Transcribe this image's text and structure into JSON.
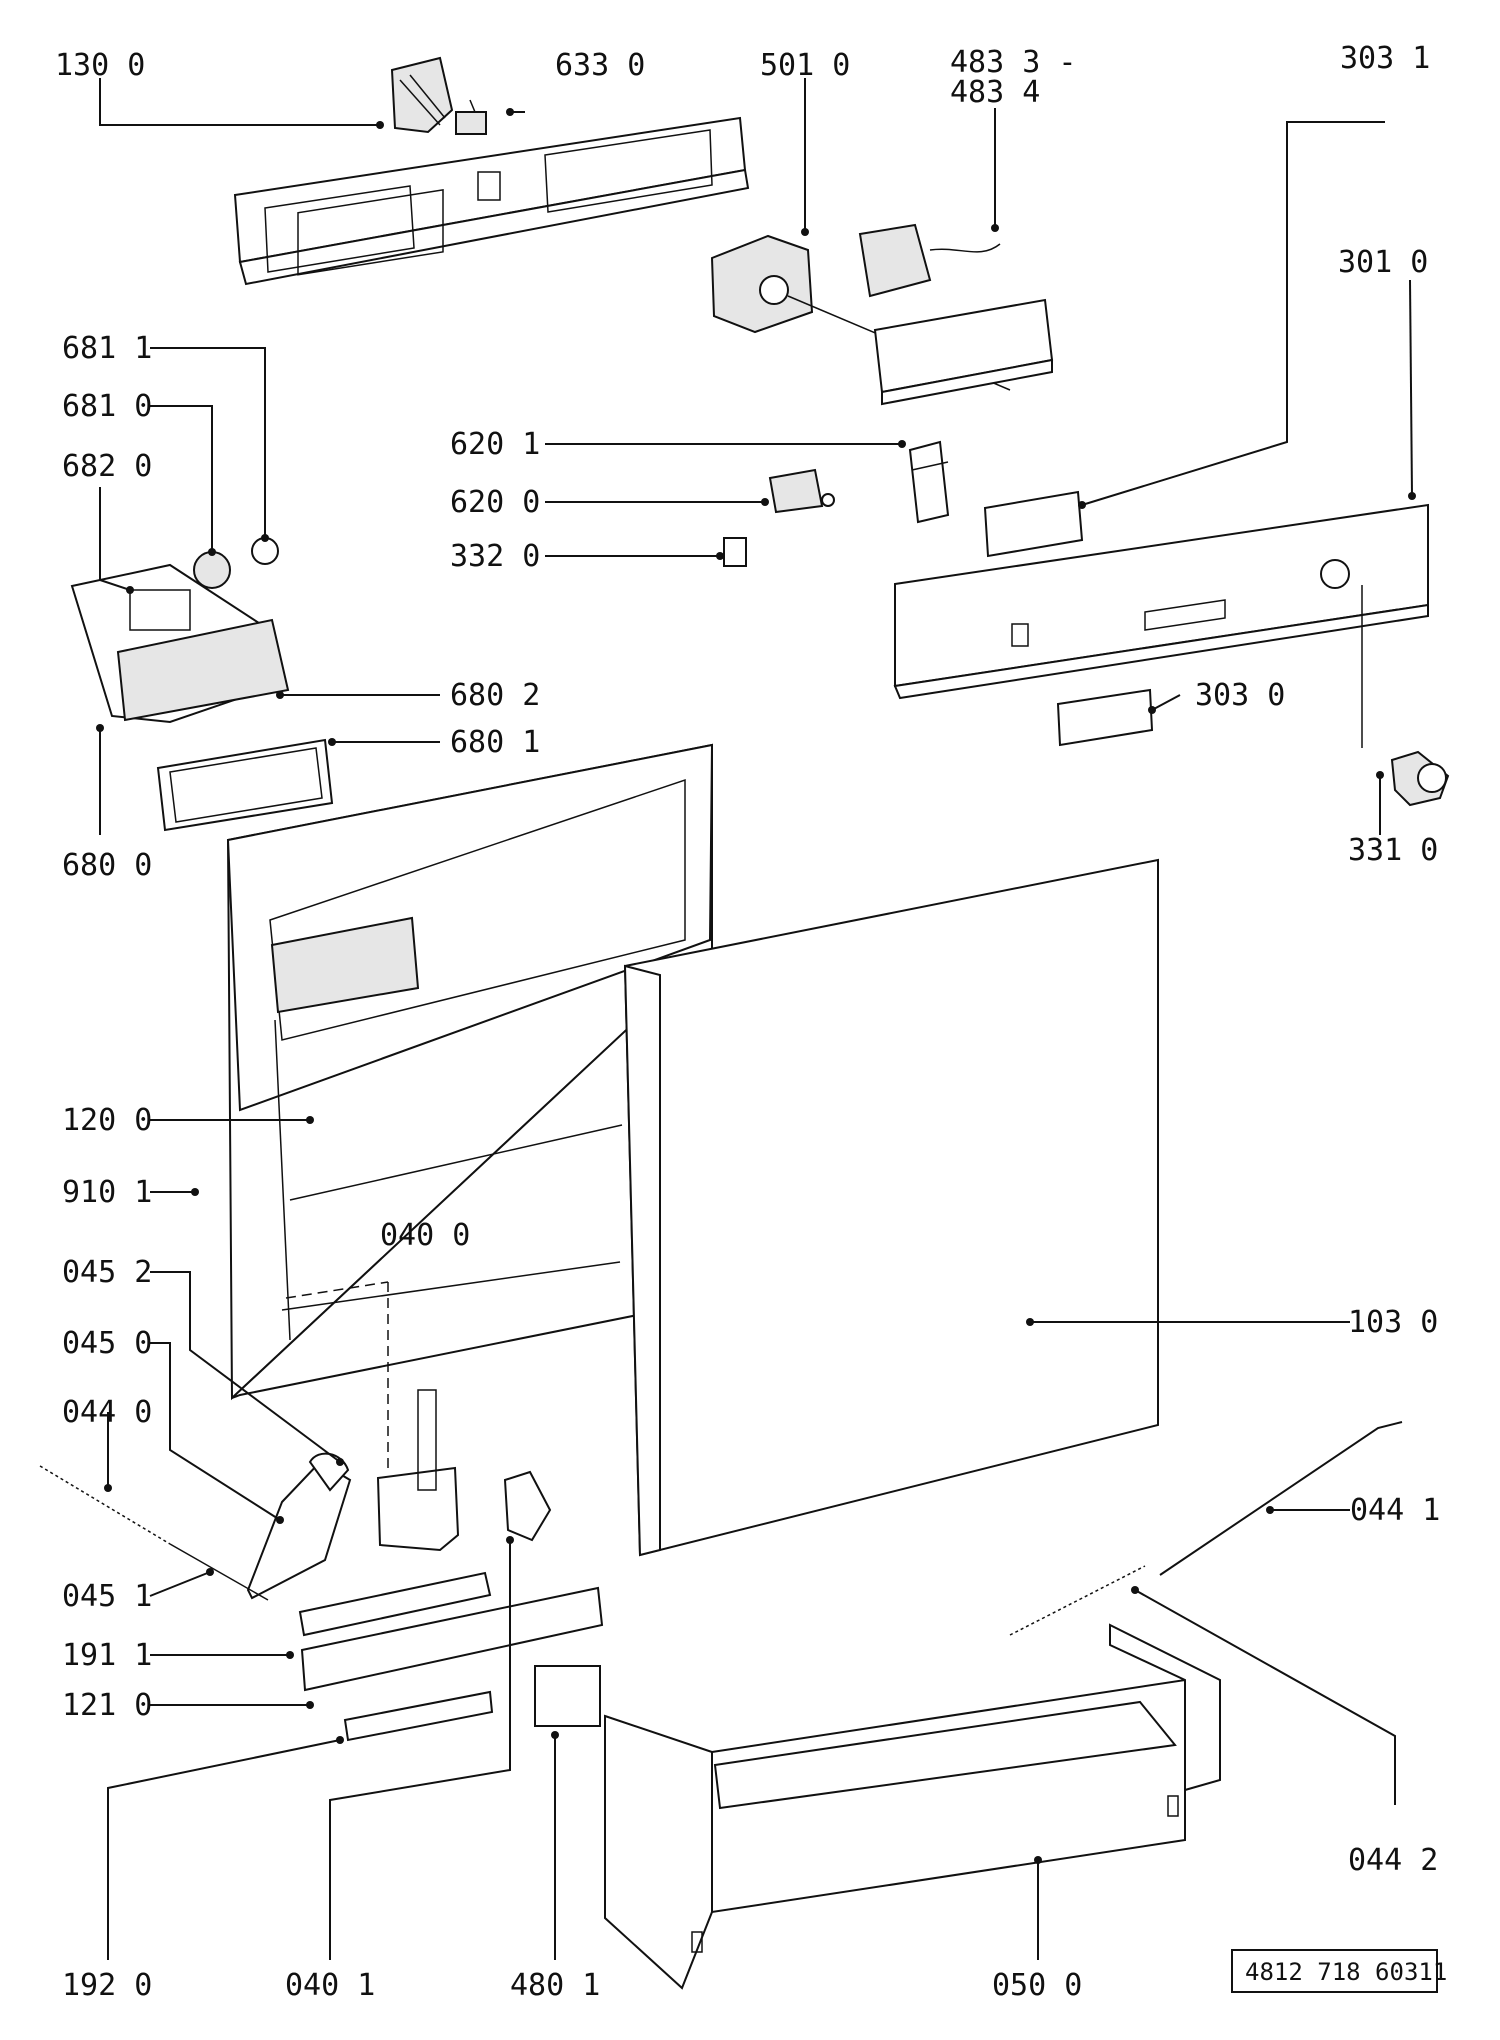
{
  "labels": {
    "l130_0": "130 0",
    "l633_0": "633 0",
    "l501_0": "501 0",
    "l483_3": "483 3 -",
    "l483_4": "483 4",
    "l303_1": "303 1",
    "l301_0": "301 0",
    "l681_1": "681 1",
    "l681_0": "681 0",
    "l682_0": "682 0",
    "l620_1": "620 1",
    "l620_0": "620 0",
    "l332_0": "332 0",
    "l680_2": "680 2",
    "l680_1": "680 1",
    "l680_0": "680 0",
    "l303_0": "303 0",
    "l331_0": "331 0",
    "l120_0": "120 0",
    "l910_1": "910 1",
    "l040_0": "040 0",
    "l045_2": "045 2",
    "l045_0": "045 0",
    "l044_0": "044 0",
    "l103_0": "103 0",
    "l044_1": "044 1",
    "l045_1": "045 1",
    "l191_1": "191 1",
    "l121_0": "121 0",
    "l044_2": "044 2",
    "l192_0": "192 0",
    "l040_1": "040 1",
    "l480_1": "480 1",
    "l050_0": "050 0"
  },
  "drawing_number": "4812 718 60311"
}
